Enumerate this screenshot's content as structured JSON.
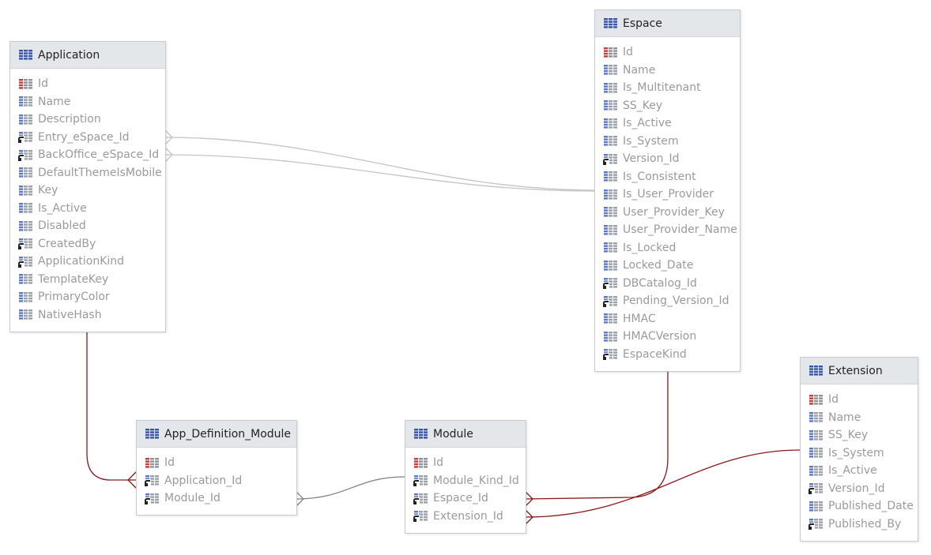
{
  "colors": {
    "relation": "#8b1a1a",
    "link": "#808080",
    "link_light": "#c4c4c4",
    "header_bg": "#e4e7e9",
    "attr_text": "#9a9a9a"
  },
  "tables": [
    {
      "title": "Application",
      "icon": "table-icon",
      "attributes": [
        {
          "name": "Id",
          "icon": "primary-key-icon"
        },
        {
          "name": "Name",
          "icon": "attribute-icon"
        },
        {
          "name": "Description",
          "icon": "attribute-icon"
        },
        {
          "name": "Entry_eSpace_Id",
          "icon": "foreign-key-icon"
        },
        {
          "name": "BackOffice_eSpace_Id",
          "icon": "foreign-key-icon"
        },
        {
          "name": "DefaultThemeIsMobile",
          "icon": "attribute-icon"
        },
        {
          "name": "Key",
          "icon": "attribute-icon"
        },
        {
          "name": "Is_Active",
          "icon": "attribute-icon"
        },
        {
          "name": "Disabled",
          "icon": "attribute-icon"
        },
        {
          "name": "CreatedBy",
          "icon": "foreign-key-icon"
        },
        {
          "name": "ApplicationKind",
          "icon": "foreign-key-icon"
        },
        {
          "name": "TemplateKey",
          "icon": "attribute-icon"
        },
        {
          "name": "PrimaryColor",
          "icon": "attribute-icon"
        },
        {
          "name": "NativeHash",
          "icon": "attribute-icon"
        }
      ]
    },
    {
      "title": "Espace",
      "icon": "table-icon",
      "attributes": [
        {
          "name": "Id",
          "icon": "primary-key-icon"
        },
        {
          "name": "Name",
          "icon": "attribute-icon"
        },
        {
          "name": "Is_Multitenant",
          "icon": "attribute-icon"
        },
        {
          "name": "SS_Key",
          "icon": "attribute-icon"
        },
        {
          "name": "Is_Active",
          "icon": "attribute-icon"
        },
        {
          "name": "Is_System",
          "icon": "attribute-icon"
        },
        {
          "name": "Version_Id",
          "icon": "foreign-key-icon"
        },
        {
          "name": "Is_Consistent",
          "icon": "attribute-icon"
        },
        {
          "name": "Is_User_Provider",
          "icon": "attribute-icon"
        },
        {
          "name": "User_Provider_Key",
          "icon": "attribute-icon"
        },
        {
          "name": "User_Provider_Name",
          "icon": "attribute-icon"
        },
        {
          "name": "Is_Locked",
          "icon": "attribute-icon"
        },
        {
          "name": "Locked_Date",
          "icon": "attribute-icon"
        },
        {
          "name": "DBCatalog_Id",
          "icon": "foreign-key-icon"
        },
        {
          "name": "Pending_Version_Id",
          "icon": "foreign-key-icon"
        },
        {
          "name": "HMAC",
          "icon": "attribute-icon"
        },
        {
          "name": "HMACVersion",
          "icon": "attribute-icon"
        },
        {
          "name": "EspaceKind",
          "icon": "foreign-key-icon"
        }
      ]
    },
    {
      "title": "Extension",
      "icon": "table-icon",
      "attributes": [
        {
          "name": "Id",
          "icon": "primary-key-icon"
        },
        {
          "name": "Name",
          "icon": "attribute-icon"
        },
        {
          "name": "SS_Key",
          "icon": "attribute-icon"
        },
        {
          "name": "Is_System",
          "icon": "attribute-icon"
        },
        {
          "name": "Is_Active",
          "icon": "attribute-icon"
        },
        {
          "name": "Version_Id",
          "icon": "foreign-key-icon"
        },
        {
          "name": "Published_Date",
          "icon": "attribute-icon"
        },
        {
          "name": "Published_By",
          "icon": "foreign-key-icon"
        }
      ]
    },
    {
      "title": "App_Definition_Module",
      "icon": "table-icon",
      "attributes": [
        {
          "name": "Id",
          "icon": "primary-key-icon"
        },
        {
          "name": "Application_Id",
          "icon": "foreign-key-icon"
        },
        {
          "name": "Module_Id",
          "icon": "foreign-key-icon"
        }
      ]
    },
    {
      "title": "Module",
      "icon": "table-icon",
      "attributes": [
        {
          "name": "Id",
          "icon": "primary-key-icon"
        },
        {
          "name": "Module_Kind_Id",
          "icon": "foreign-key-icon"
        },
        {
          "name": "Espace_Id",
          "icon": "foreign-key-icon"
        },
        {
          "name": "Extension_Id",
          "icon": "foreign-key-icon"
        }
      ]
    }
  ]
}
